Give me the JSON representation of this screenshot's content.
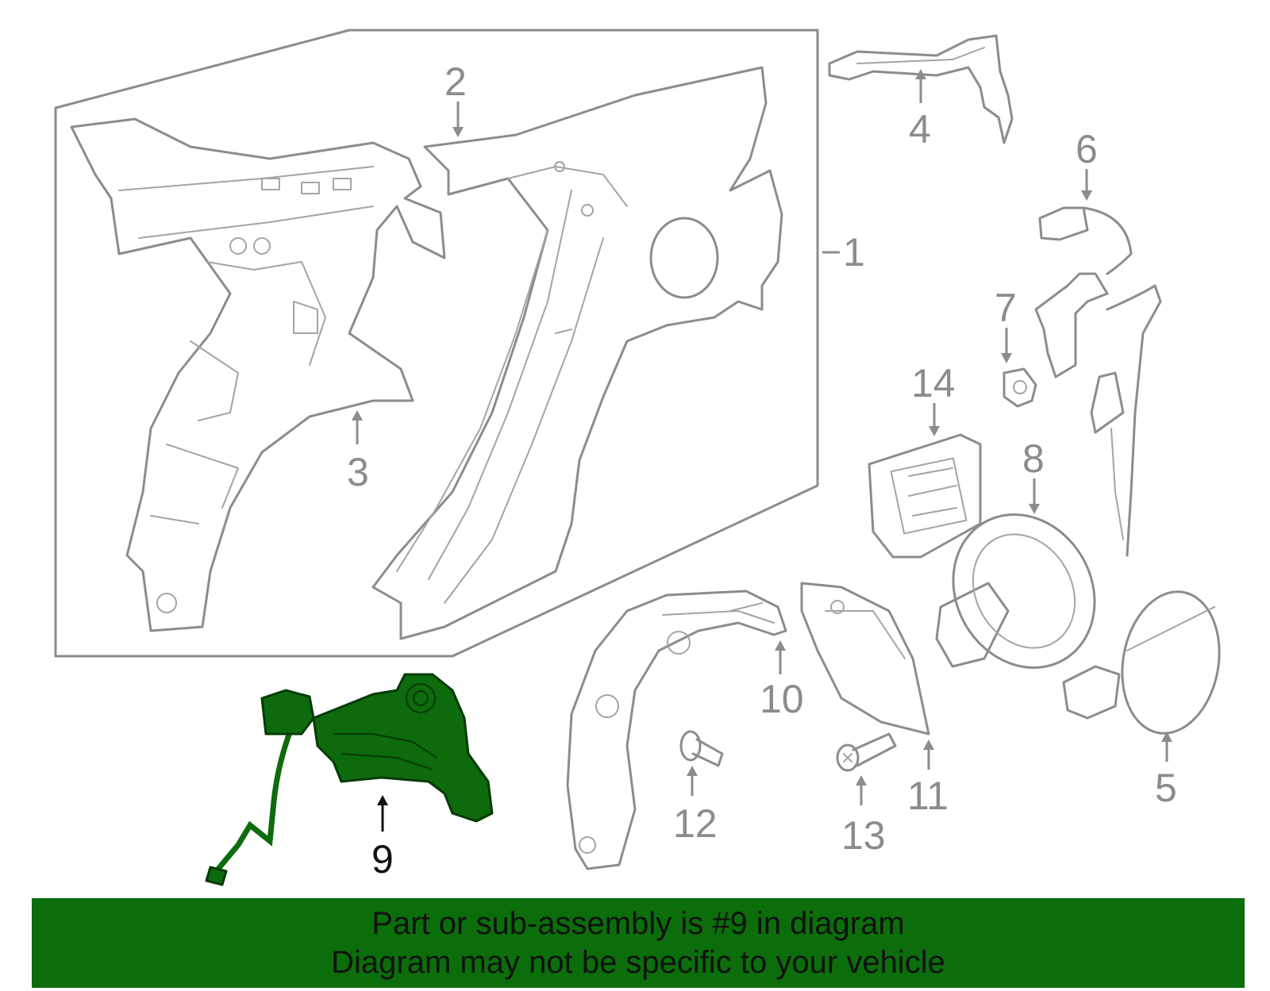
{
  "callouts": {
    "c1": "1",
    "c2": "2",
    "c3": "3",
    "c4": "4",
    "c5": "5",
    "c6": "6",
    "c7": "7",
    "c8": "8",
    "c9": "9",
    "c10": "10",
    "c11": "11",
    "c12": "12",
    "c13": "13",
    "c14": "14"
  },
  "highlighted_part": "9",
  "banner": {
    "line1": "Part or sub-assembly is #9 in diagram",
    "line2": "Diagram may not be specific to your vehicle"
  },
  "colors": {
    "highlight": "#0d6b0d",
    "outline": "#8c8c8c",
    "banner_bg": "#0b6e0b"
  }
}
